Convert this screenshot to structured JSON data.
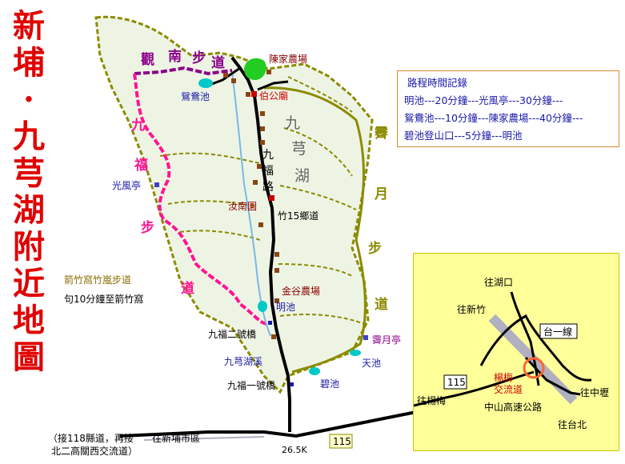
{
  "title": {
    "chars": [
      "新",
      "埔",
      "·",
      "九",
      "芎",
      "湖",
      "附",
      "近",
      "地",
      "圖"
    ],
    "color": "#e00000"
  },
  "route_record": {
    "title": "路程時間記錄",
    "lines": [
      "明池---20分鐘---光風亭---30分鐘---",
      "鴛鴦池---10分鐘---陳家農場---40分鐘---",
      "碧池登山口---5分鐘---明池"
    ]
  },
  "trails": {
    "guannan": {
      "chars": [
        "觀",
        "南",
        "步",
        "道"
      ],
      "color": "#8b008b"
    },
    "jiufu": {
      "chars": [
        "九",
        "福",
        "步",
        "道"
      ],
      "color": "#ff1493"
    },
    "xiuyue": {
      "chars": [
        "霽",
        "月",
        "步",
        "道"
      ],
      "color": "#8b8b00"
    },
    "jiufu_road": {
      "chars": [
        "九",
        "福",
        "路"
      ]
    },
    "lake": {
      "chars": [
        "九",
        "芎",
        "湖"
      ]
    }
  },
  "places": {
    "chen_farm": "陳家農場",
    "bogong_temple": "伯公廟",
    "yuanyang_pond": "鴛鴦池",
    "guangfeng_pavilion": "光風亭",
    "runan_garden": "汝南園",
    "county_road_15": "竹15鄉道",
    "jiangu_farm": "金谷農場",
    "ming_pond": "明池",
    "jiufu_bridge_2": "九福二號橋",
    "jiuqiong_creek": "九芎湖溪",
    "jiyue_pavilion": "霽月亭",
    "tian_pond": "天池",
    "jiufu_bridge_1": "九福一號橋",
    "bi_pond": "碧池",
    "jianzhu_trail": "箭竹窩竹嵐步道",
    "jianzhu_time": "句10分鐘至箭竹窩",
    "to_xinpu": "往新埔市區",
    "km_mark": "26.5K",
    "route_115_bottom": "115",
    "note_line1": "（接118縣道，再接",
    "note_line2": "北二高關西交流道）"
  },
  "inset": {
    "to_hukou": "往湖口",
    "to_xinzhu": "往新竹",
    "line_one": "台一線",
    "route_115": "115",
    "yangmei_interchange": "楊梅\n交流道",
    "yangmei_line1": "楊梅",
    "yangmei_line2": "交流道",
    "to_zhongli": "往中壢",
    "to_yangmei": "往楊梅",
    "freeway": "中山高速公路",
    "to_taipei": "往台北"
  },
  "colors": {
    "hill_outline": "#8b8b00",
    "hill_fill": "#e8f0d8",
    "road": "#000000",
    "stream": "#7ab8e8",
    "station": "#8b4513",
    "pond": "#00c8c8",
    "farm_green": "#22cc22",
    "label_blue": "#1a1aa8",
    "label_red": "#8b0000",
    "inset_bg": "#ffff99",
    "highway_gray": "#b0b0c0",
    "marker_orange": "#ff6633"
  }
}
